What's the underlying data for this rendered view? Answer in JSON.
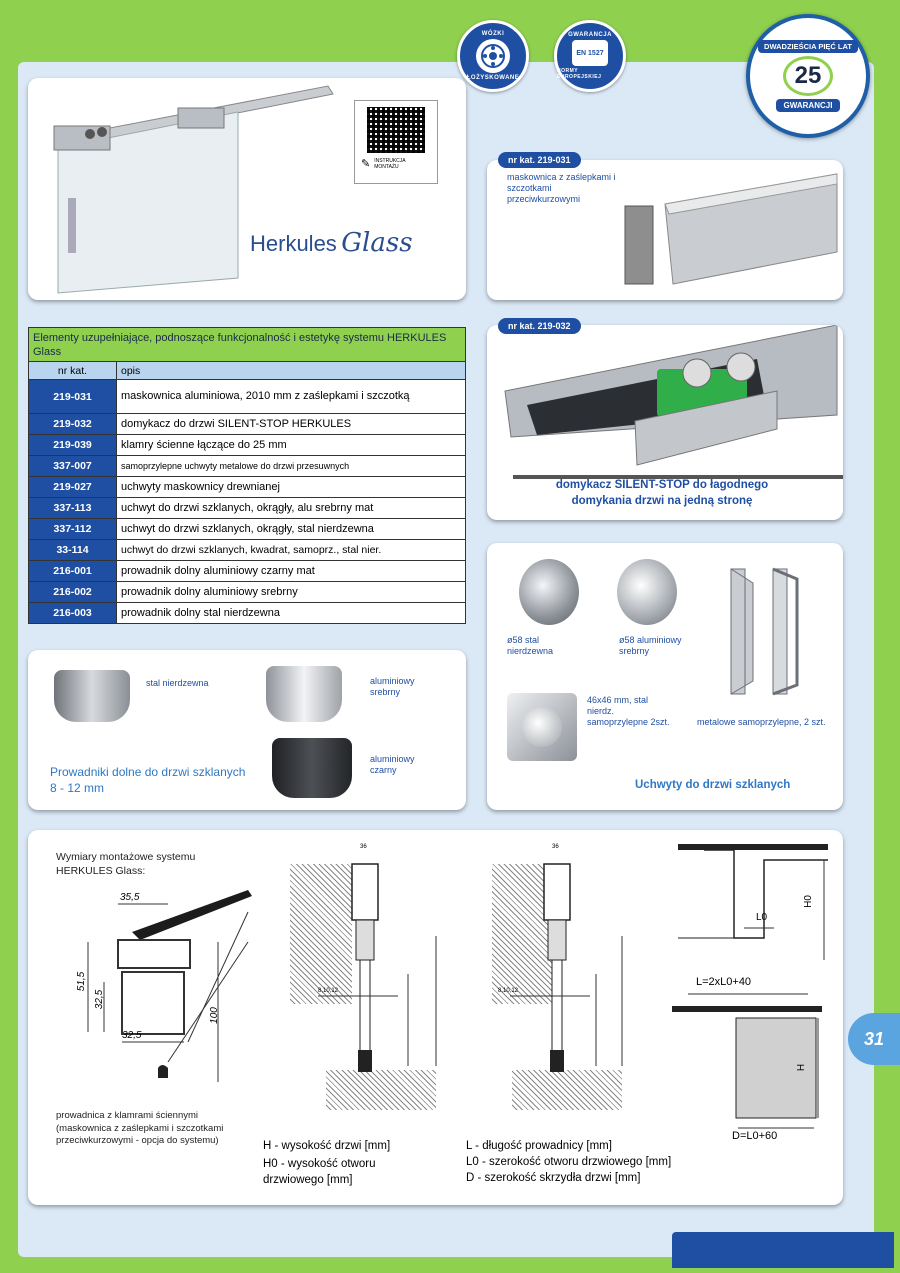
{
  "badges": {
    "wozki": {
      "top": "WÓZKI",
      "bottom": "ŁOŻYSKOWANE"
    },
    "gwarancja": {
      "top": "GWARANCJA",
      "center": "EN 1527",
      "bottom": "NORMY EUROPEJSKIEJ"
    },
    "years": {
      "top": "DWADZIEŚCIA PIĘĆ LAT",
      "number": "25",
      "bottom": "GWARANCJI"
    }
  },
  "hero": {
    "brand_text": "Herkules",
    "brand_script": "Glass",
    "qr_caption": "INSTRUKCJA MONTAŻU"
  },
  "product_219031": {
    "tag": "nr kat. 219-031",
    "desc": "maskownica z zaślepkami i szczotkami przeciwkurzowymi"
  },
  "product_219032": {
    "tag": "nr kat. 219-032",
    "caption": "domykacz SILENT-STOP do łagodnego domykania drzwi na jedną stronę"
  },
  "table": {
    "title": "Elementy uzupełniające, podnoszące funkcjonalność i estetykę systemu HERKULES Glass",
    "col_code": "nr kat.",
    "col_desc": "opis",
    "rows": [
      {
        "code": "219-031",
        "desc": "maskownica aluminiowa, 2010 mm z zaślepkami i szczotką"
      },
      {
        "code": "219-032",
        "desc": "domykacz do drzwi SILENT-STOP HERKULES"
      },
      {
        "code": "219-039",
        "desc": "klamry ścienne łączące do 25 mm"
      },
      {
        "code": "337-007",
        "desc": "samoprzylepne uchwyty metalowe do drzwi przesuwnych"
      },
      {
        "code": "219-027",
        "desc": "uchwyty maskownicy drewnianej"
      },
      {
        "code": "337-113",
        "desc": "uchwyt do drzwi szklanych, okrągły, alu srebrny mat"
      },
      {
        "code": "337-112",
        "desc": "uchwyt do drzwi szklanych, okrągły, stal nierdzewna"
      },
      {
        "code": "33-114",
        "desc": "uchwyt do drzwi szklanych, kwadrat, samoprz., stal nier."
      },
      {
        "code": "216-001",
        "desc": "prowadnik dolny aluminiowy czarny mat"
      },
      {
        "code": "216-002",
        "desc": "prowadnik dolny aluminiowy srebrny"
      },
      {
        "code": "216-003",
        "desc": "prowadnik dolny stal nierdzewna"
      }
    ]
  },
  "guides": {
    "steel": "stal nierdzewna",
    "silver": "aluminiowy srebrny",
    "black": "aluminiowy czarny",
    "title": "Prowadniki dolne do drzwi szklanych 8 - 12 mm"
  },
  "handles": {
    "steel_round": "ø58 stal nierdzewna",
    "alu_round": "ø58 aluminiowy srebrny",
    "square": "46x46 mm, stal nierdz. samoprzylepne 2szt.",
    "metal": "metalowe samoprzylepne, 2 szt.",
    "title": "Uchwyty do drzwi szklanych"
  },
  "dimensions": {
    "title": "Wymiary montażowe systemu HERKULES Glass:",
    "d355": "35,5",
    "d515": "51,5",
    "d325a": "32,5",
    "d325b": "32,5",
    "d100": "100",
    "caption": "prowadnica z klamrami ściennymi (maskownica z zaślepkami i szczotkami przeciwkurzowymi - opcja do systemu)",
    "leg_h": "H - wysokość drzwi [mm]",
    "leg_h0": "H0 - wysokość otworu drzwiowego [mm]",
    "leg_l": "L - długość prowadnicy [mm]",
    "leg_l0": "L0 - szerokość otworu drzwiowego [mm]",
    "leg_d": "D - szerokość skrzydła drzwi [mm]",
    "formula_l": "L=2xL0+40",
    "formula_d": "D=L0+60",
    "label_h0": "H0",
    "label_l0": "L0",
    "label_h": "H",
    "d36a": "36",
    "d36b": "36",
    "d8": "8,10,12",
    "d8b": "8,10,12"
  },
  "page_number": "31"
}
